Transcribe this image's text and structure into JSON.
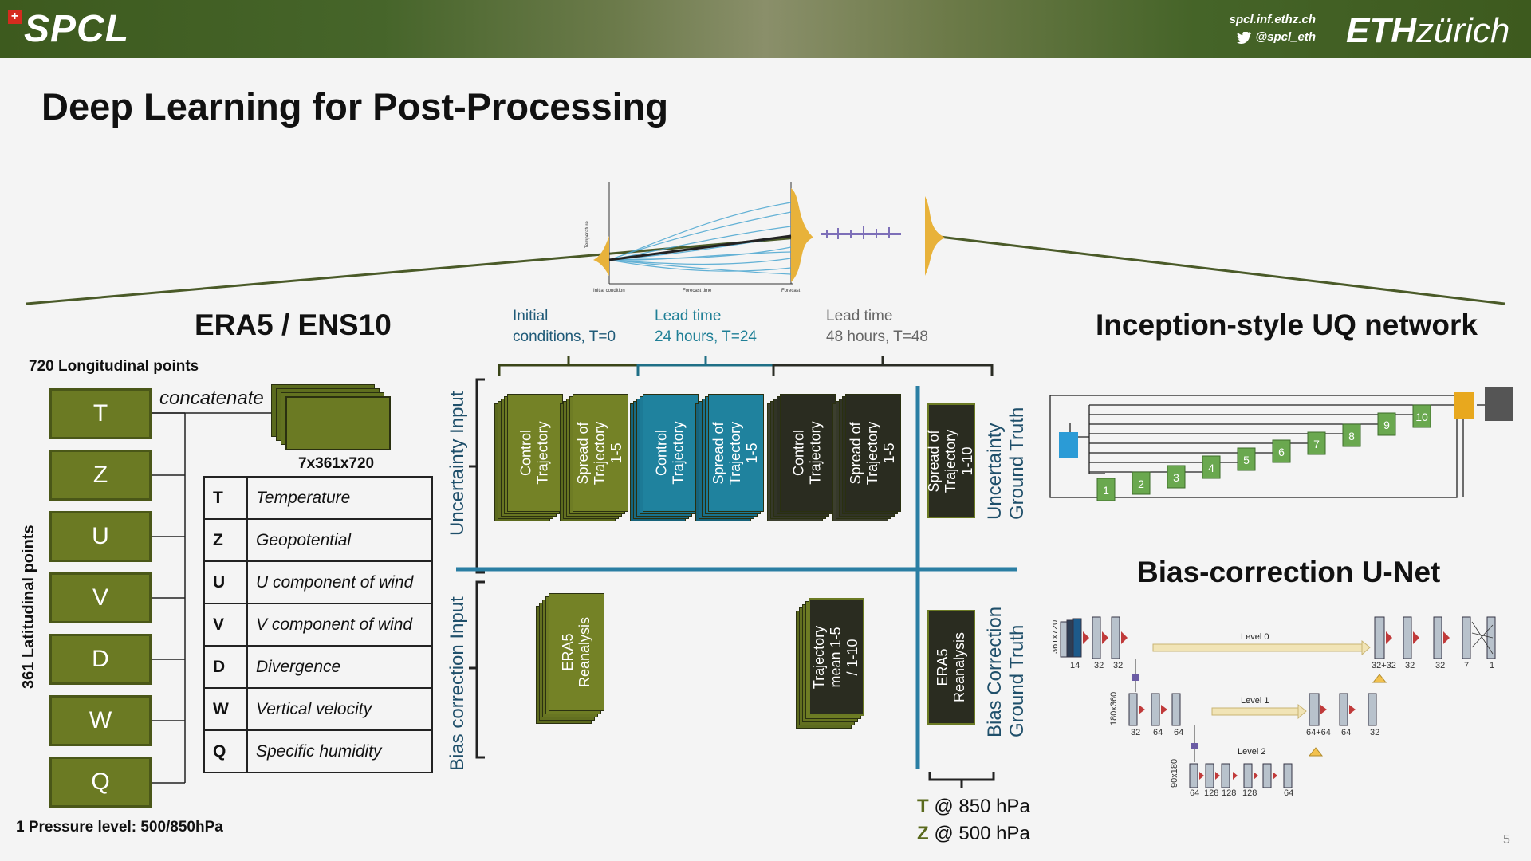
{
  "header": {
    "logo_text": "SPCL",
    "logo_flag": "+",
    "url": "spcl.inf.ethz.ch",
    "twitter": "@spcl_eth",
    "eth_bold": "ETH",
    "eth_light": "zürich",
    "twitter_icon": "bird-icon"
  },
  "title": "Deep Learning for Post-Processing",
  "colors": {
    "header_green": "#3d5a1e",
    "olive": "#6b7a23",
    "teal": "#1f7f96",
    "dark": "#2a2c24",
    "divider": "#2a7ea3"
  },
  "forecast_plot": {
    "y_axis": "Temperature",
    "x_ticks": [
      "Initial condition",
      "Forecast time",
      "Forecast"
    ]
  },
  "left": {
    "heading": "ERA5 / ENS10",
    "lon_label": "720 Longitudinal points",
    "lat_label": "361 Latitudinal  points",
    "pressure_label": "1 Pressure level: 500/850hPa",
    "concat_label": "concatenate",
    "shape_label": "7x361x720",
    "variables": [
      "T",
      "Z",
      "U",
      "V",
      "D",
      "W",
      "Q"
    ],
    "table": [
      {
        "k": "T",
        "v": "Temperature"
      },
      {
        "k": "Z",
        "v": "Geopotential"
      },
      {
        "k": "U",
        "v": "U component of wind"
      },
      {
        "k": "V",
        "v": "V component of wind"
      },
      {
        "k": "D",
        "v": "Divergence"
      },
      {
        "k": "W",
        "v": "Vertical velocity"
      },
      {
        "k": "Q",
        "v": "Specific humidity"
      }
    ]
  },
  "middle": {
    "col_labels": [
      {
        "l1": "Initial",
        "l2": "conditions, T=0"
      },
      {
        "l1": "Lead time",
        "l2": "24 hours, T=24"
      },
      {
        "l1": "Lead time",
        "l2": "48 hours, T=48"
      }
    ],
    "row_labels": {
      "uncertainty_input": "Uncertainty Input",
      "bias_input": "Bias correction Input"
    },
    "uncertainty_stacks": [
      "Control Trajectory",
      "Spread of Trajectory 1-5",
      "Control Trajectory",
      "Spread of Trajectory 1-5",
      "Control Trajectory",
      "Spread of Trajectory 1-5"
    ],
    "uncertainty_gt_stack": "Spread of Trajectory 1-10",
    "uncertainty_gt_label": {
      "l1": "Uncertainty",
      "l2": "Ground Truth"
    },
    "bias_stacks": [
      "ERA5 Reanalysis",
      "Trajectory mean 1-5 / 1-10"
    ],
    "bias_gt_stack": "ERA5 Reanalysis",
    "bias_gt_label": {
      "l1": "Bias Correction",
      "l2": "Ground Truth"
    },
    "targets": [
      {
        "var": "T",
        "rest": " @ 850 hPa"
      },
      {
        "var": "Z",
        "rest": " @ 500 hPa"
      }
    ]
  },
  "right": {
    "inception_heading": "Inception-style UQ network",
    "inception_blocks": [
      "1",
      "2",
      "3",
      "4",
      "5",
      "6",
      "7",
      "8",
      "9",
      "10"
    ],
    "unet_heading": "Bias-correction U-Net",
    "unet_levels": [
      "Level 0",
      "Level 1",
      "Level 2"
    ],
    "unet_side": [
      "361x720",
      "180x360",
      "90x180"
    ],
    "unet_channels": {
      "l0_enc": [
        "14",
        "32",
        "32"
      ],
      "l0_dec": [
        "32+32",
        "32",
        "32",
        "7",
        "1"
      ],
      "l1_enc": [
        "32",
        "64",
        "64"
      ],
      "l1_dec": [
        "64+64",
        "64",
        "32"
      ],
      "l2": [
        "64",
        "128",
        "128",
        "128",
        "64"
      ]
    }
  },
  "page_number": "5"
}
